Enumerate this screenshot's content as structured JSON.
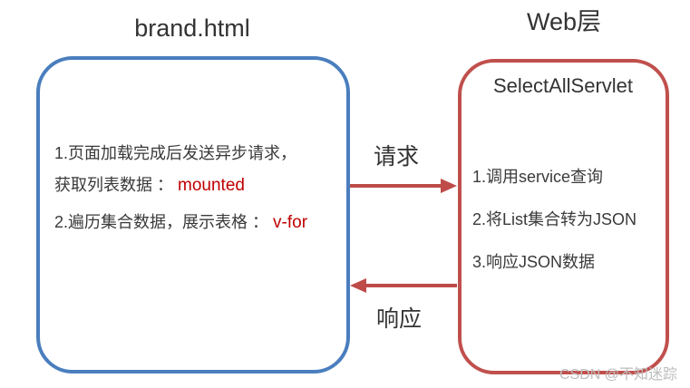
{
  "titles": {
    "left": "brand.html",
    "right": "Web层"
  },
  "left_box": {
    "line1": "1.页面加载完成后发送异步请求，",
    "line2_prefix": "获取列表数据  ： ",
    "line2_highlight": "mounted",
    "line3_prefix": "2.遍历集合数据，展示表格 ： ",
    "line3_highlight": "v-for"
  },
  "right_box": {
    "title": "SelectAllServlet",
    "items": [
      "1.调用service查询",
      "2.将List集合转为JSON",
      "3.响应JSON数据"
    ]
  },
  "arrows": {
    "request_label": "请求",
    "response_label": "响应"
  },
  "watermark": "CSDN @不知迷踪",
  "colors": {
    "blue_border": "#4A7EBE",
    "red_border": "#C0504D",
    "arrow_red": "#BE4B48",
    "highlight_red": "#C00000",
    "text_dark": "#333333",
    "watermark_gray": "#BDBDBD"
  }
}
